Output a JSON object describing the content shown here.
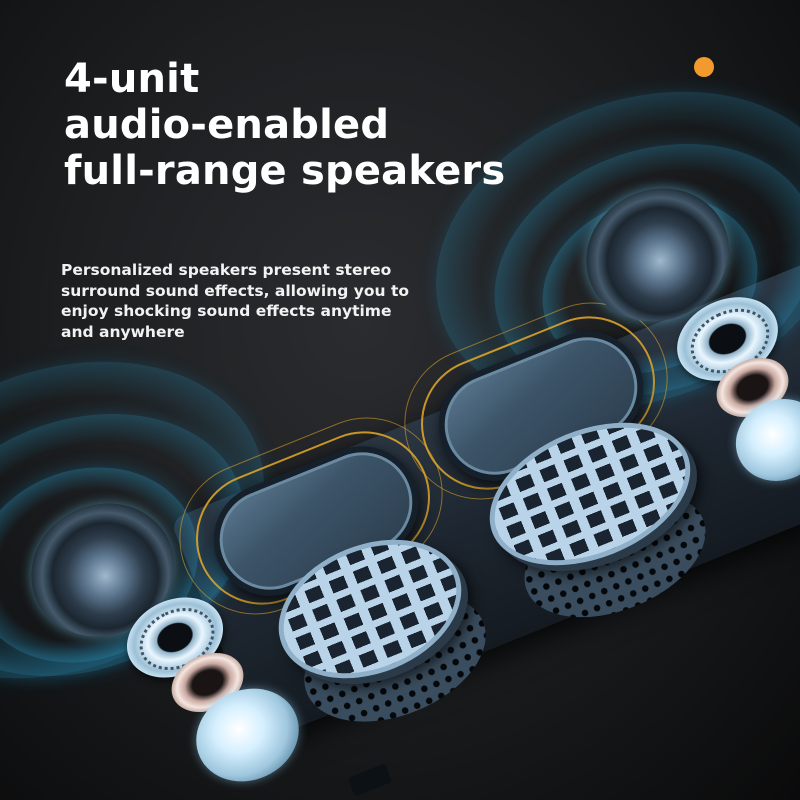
{
  "headline": {
    "lines": [
      "4-unit",
      "audio-enabled",
      "full-range speakers"
    ]
  },
  "description": {
    "lines": [
      "Personalized speakers present stereo",
      "surround sound effects, allowing you to",
      "enjoy shocking sound effects anytime",
      "and anywhere"
    ]
  },
  "colors": {
    "background": "#1d1f21",
    "headline_text": "#ffffff",
    "accent_dot": "#f39a2e",
    "wave_blue": "#2b8cb4",
    "radiator_ring_gold": "#e6aa28",
    "metal_highlight": "#d8efff"
  },
  "illustration": {
    "subject": "exploded-view-bluetooth-speaker",
    "components": [
      "left-woofer",
      "right-woofer",
      "left-passive-radiator",
      "right-passive-radiator",
      "left-grille",
      "right-grille",
      "magnet-assemblies",
      "speaker-body"
    ]
  }
}
